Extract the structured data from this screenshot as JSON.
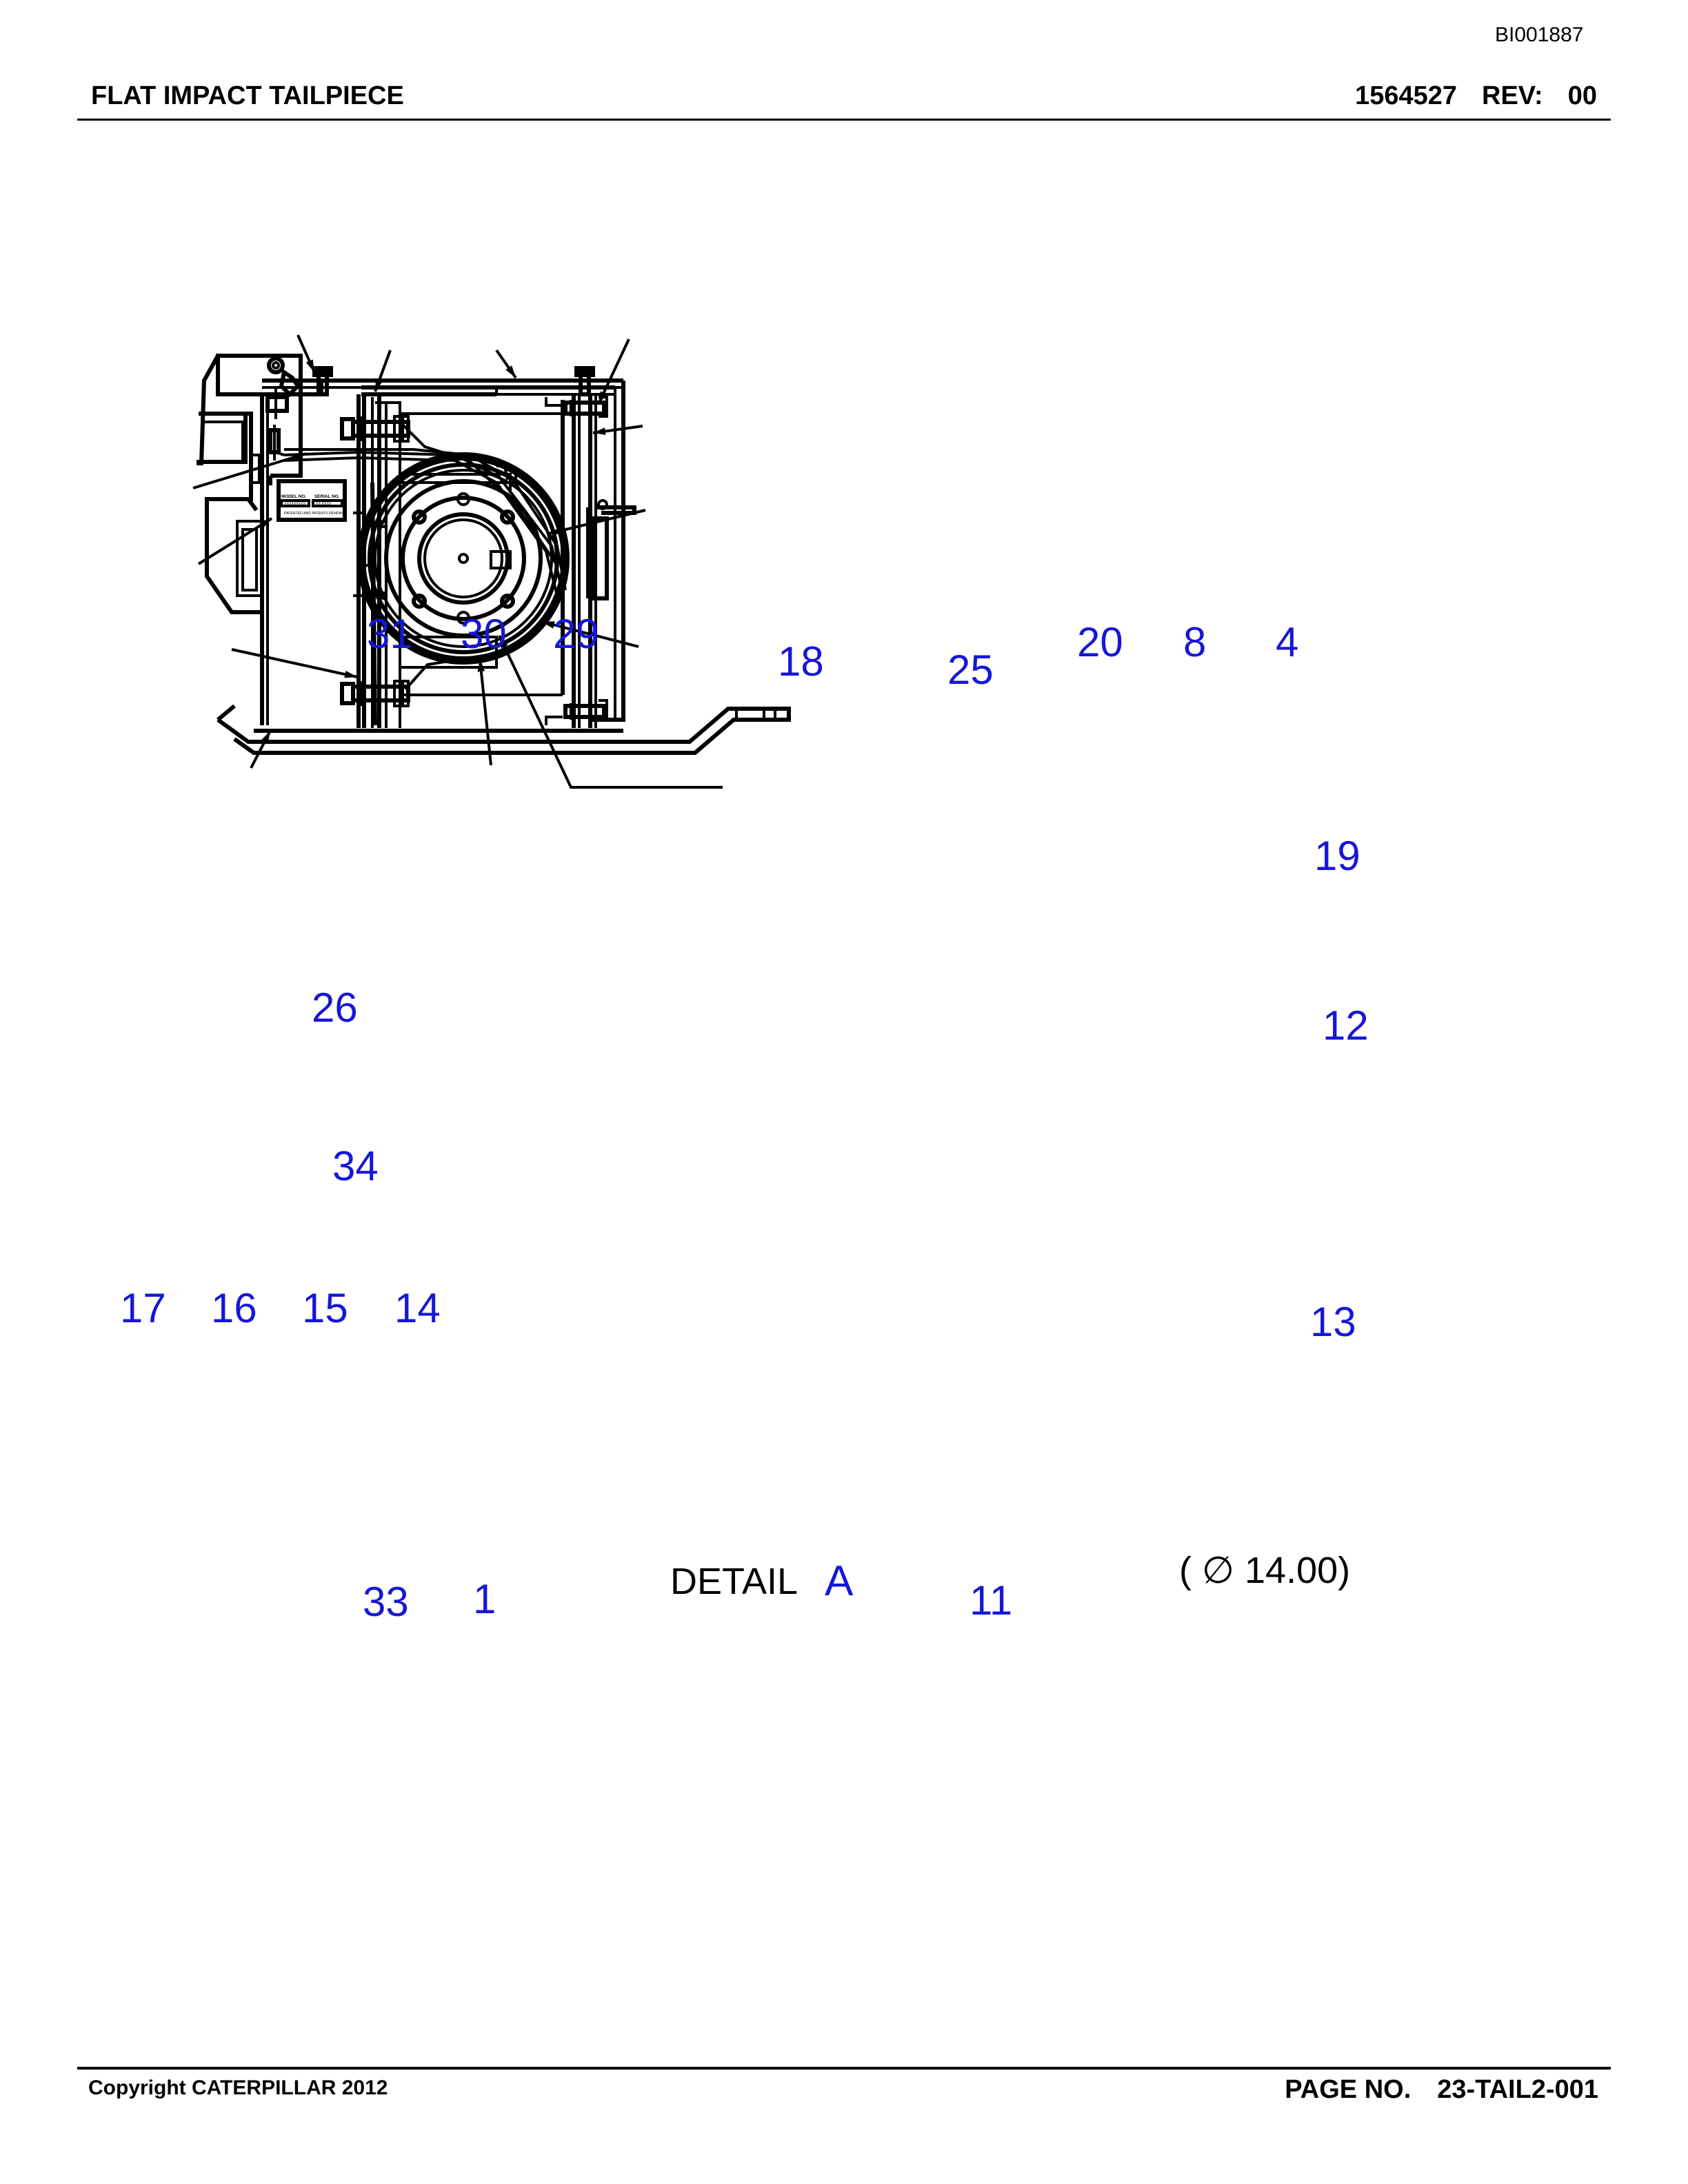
{
  "header": {
    "doc_id": "BI001887",
    "title": "FLAT IMPACT TAILPIECE",
    "part_number": "1564527",
    "rev_label": "REV:",
    "rev_value": "00"
  },
  "drawing": {
    "detail_label": "DETAIL",
    "detail_letter": "A",
    "dimension": "( ∅ 14.00)",
    "callouts": [
      "31",
      "30",
      "29",
      "18",
      "25",
      "20",
      "8",
      "4",
      "19",
      "26",
      "12",
      "34",
      "17",
      "16",
      "15",
      "14",
      "13",
      "33",
      "1",
      "11"
    ],
    "plate": {
      "model_label": "MODEL NO.",
      "serial_label": "SERIAL NO.",
      "model_value": "XXXXXXXXX",
      "serial_value": "XX-XXXX",
      "patent_text": "PATENTED AND PATENTS PENDING"
    }
  },
  "footer": {
    "copyright": "Copyright CATERPILLAR 2012",
    "page_label": "PAGE NO.",
    "page_value": "23-TAIL2-001"
  }
}
